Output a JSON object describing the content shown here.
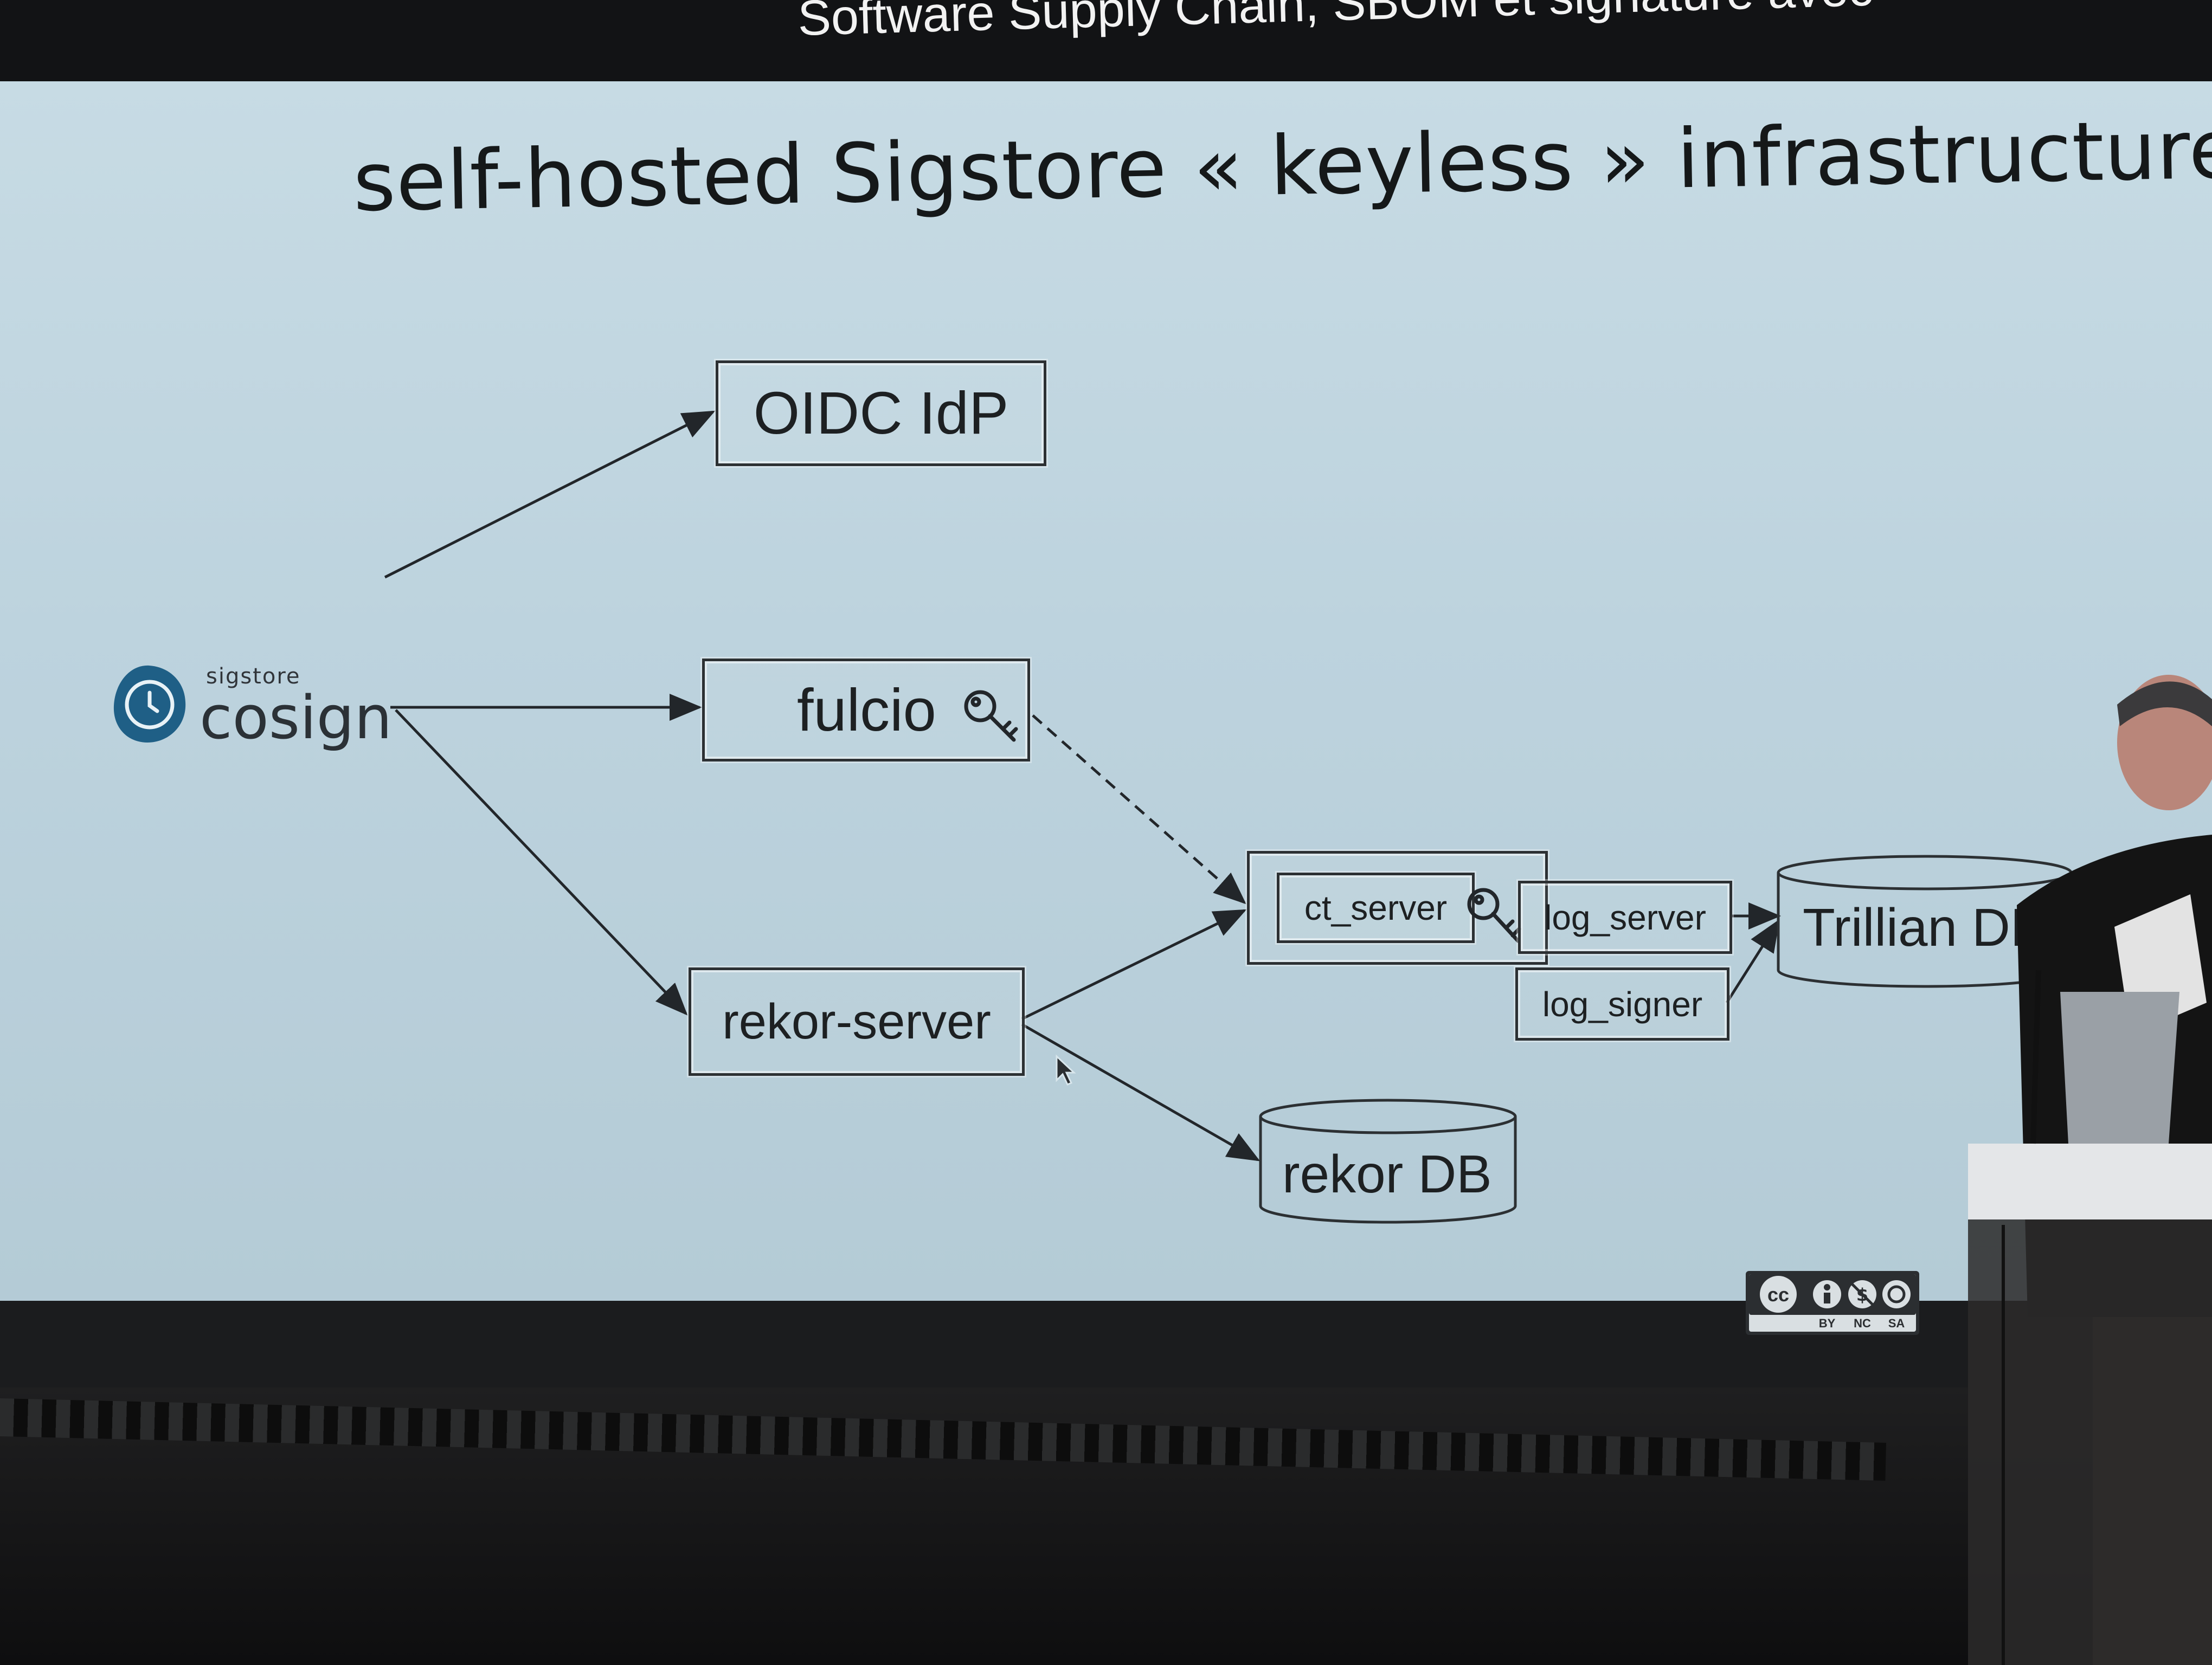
{
  "banner": {
    "text": "Software Supply Chain, SBOM et signature avec"
  },
  "slide": {
    "title": "self-hosted Sigstore « keyless » infrastructure",
    "nodes": {
      "cosign_small": "sigstore",
      "cosign": "cosign",
      "oidc": "OIDC IdP",
      "fulcio": "fulcio",
      "rekor_server": "rekor-server",
      "ct_server": "ct_server",
      "log_server": "log_server",
      "log_signer": "log_signer",
      "trillian_db": "Trillian DB",
      "rekor_db": "rekor DB"
    },
    "license": {
      "cc": "cc",
      "by": "BY",
      "nc": "NC",
      "sa": "SA"
    }
  },
  "icons": [
    "cosign-logo-icon",
    "key-icon",
    "mouse-pointer-icon",
    "creative-commons-icon"
  ],
  "colors": {
    "screen": "#c3d8e2",
    "ink": "#1d2022",
    "banner": "#121315",
    "cosign_blue": "#1f5f86"
  }
}
